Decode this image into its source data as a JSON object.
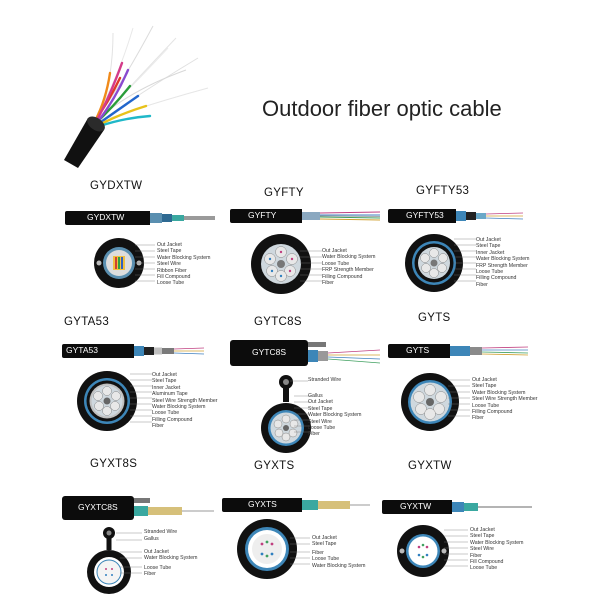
{
  "page": {
    "title": "Outdoor fiber optic cable"
  },
  "cables": [
    {
      "name": "GYDXTW",
      "jacket_text": "GYDXTW",
      "layers": [
        "Out Jacket",
        "Steel Tape",
        "Water Blocking System",
        "Steel Wire",
        "Ribbon Fiber",
        "Fill Compound",
        "Loose Tube"
      ]
    },
    {
      "name": "GYFTY",
      "jacket_text": "GYFTY",
      "layers": [
        "Out Jacket",
        "Water Blocking System",
        "Loose Tube",
        "FRP Strength Member",
        "Filling Compound",
        "Fiber"
      ]
    },
    {
      "name": "GYFTY53",
      "jacket_text": "GYFTY53",
      "layers": [
        "Out Jacket",
        "Steel Tape",
        "Inner Jacket",
        "Water Blocking System",
        "FRP Strength Member",
        "Loose Tube",
        "Filling Compound",
        "Fiber"
      ]
    },
    {
      "name": "GYTA53",
      "jacket_text": "GYTA53",
      "layers": [
        "Out Jacket",
        "Steel Tape",
        "Inner Jacket",
        "Aluminum Tape",
        "Steel Wire Strength Member",
        "Water Blocking System",
        "Loose Tube",
        "Filling Compound",
        "Fiber"
      ]
    },
    {
      "name": "GYTC8S",
      "jacket_text": "GYTC8S",
      "layers_top": [
        "Stranded Wire"
      ],
      "layers": [
        "Gallus",
        "Out Jacket",
        "Steel Tape",
        "Water Blocking System",
        "Steel Wire",
        "Loose Tube",
        "Fiber"
      ]
    },
    {
      "name": "GYTS",
      "jacket_text": "GYTS",
      "layers": [
        "Out Jacket",
        "Steel Tape",
        "Water Blocking System",
        "Steel Wire Strength Member",
        "Loose Tube",
        "Filling Compound",
        "Fiber"
      ]
    },
    {
      "name": "GYXT8S",
      "jacket_text": "GYXTC8S",
      "layers_top": [
        "Stranded Wire",
        "Gallus"
      ],
      "layers": [
        "Out Jacket",
        "Water Blocking System",
        "Loose Tube",
        "Fiber"
      ]
    },
    {
      "name": "GYXTS",
      "jacket_text": "GYXTS",
      "layers": [
        "Out Jacket",
        "Steel Tape",
        "Fiber",
        "Loose Tube",
        "Water Blocking System"
      ]
    },
    {
      "name": "GYXTW",
      "jacket_text": "GYXTW",
      "layers": [
        "Out Jacket",
        "Steel Tape",
        "Water Blocking System",
        "Steel Wire",
        "Fiber",
        "Fill Compound",
        "Loose Tube"
      ]
    }
  ],
  "colors": {
    "jacket": "#0c0c0c",
    "steel_tape": "#5a8fb0",
    "loose_tube": "#3d86b8",
    "fiber_core": "#c8a060"
  }
}
